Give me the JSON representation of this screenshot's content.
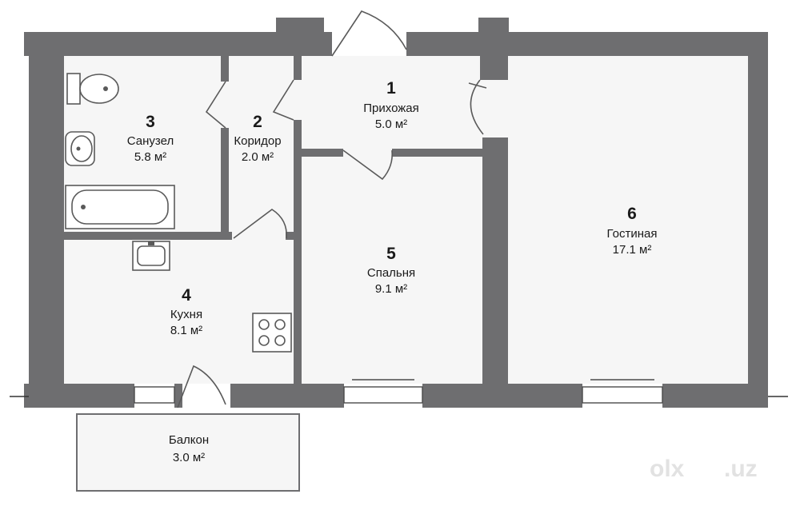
{
  "rooms": [
    {
      "id": "entrance",
      "number": "1",
      "name": "Прихожая",
      "area": "5.0 м²"
    },
    {
      "id": "corridor",
      "number": "2",
      "name": "Коридор",
      "area": "2.0 м²"
    },
    {
      "id": "bathroom",
      "number": "3",
      "name": "Санузел",
      "area": "5.8 м²"
    },
    {
      "id": "kitchen",
      "number": "4",
      "name": "Кухня",
      "area": "8.1 м²"
    },
    {
      "id": "bedroom",
      "number": "5",
      "name": "Спальня",
      "area": "9.1 м²"
    },
    {
      "id": "living",
      "number": "6",
      "name": "Гостиная",
      "area": "17.1 м²"
    },
    {
      "id": "balcony",
      "number": "",
      "name": "Балкон",
      "area": "3.0 м²"
    }
  ],
  "watermark": {
    "brand": "olx",
    "domain": ".uz"
  },
  "colors": {
    "wall": "#6e6e70",
    "floor": "#f6f6f6",
    "text": "#1a1a1a"
  }
}
